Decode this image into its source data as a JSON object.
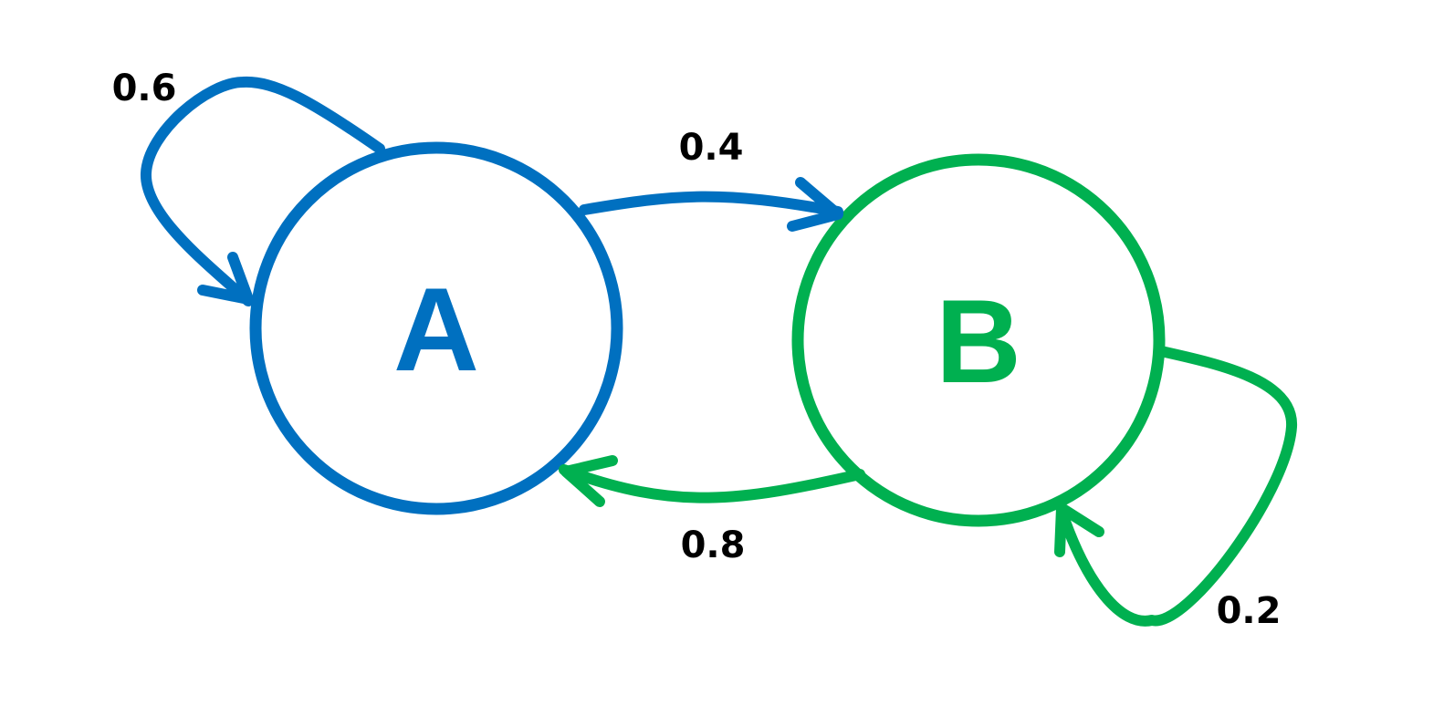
{
  "diagram": {
    "colors": {
      "state_a": "#0070C0",
      "state_b": "#00B050",
      "label": "#000000"
    },
    "states": {
      "a": {
        "label": "A"
      },
      "b": {
        "label": "B"
      }
    },
    "transitions": {
      "a_to_a": {
        "from": "A",
        "to": "A",
        "probability": "0.6"
      },
      "a_to_b": {
        "from": "A",
        "to": "B",
        "probability": "0.4"
      },
      "b_to_a": {
        "from": "B",
        "to": "A",
        "probability": "0.8"
      },
      "b_to_b": {
        "from": "B",
        "to": "B",
        "probability": "0.2"
      }
    }
  }
}
